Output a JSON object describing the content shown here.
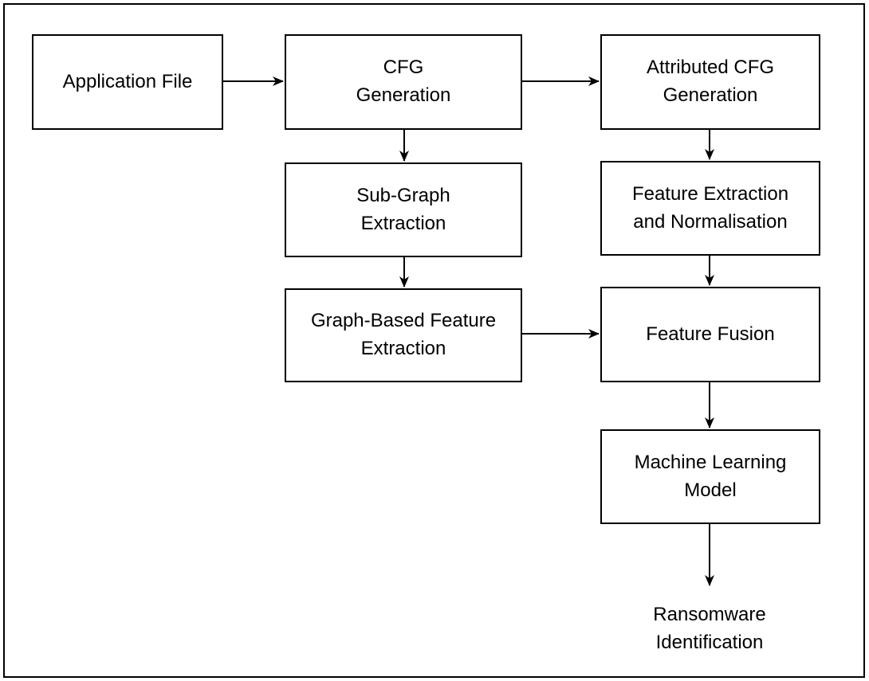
{
  "nodes": {
    "application_file": "Application File",
    "cfg_generation": "CFG\nGeneration",
    "attributed_cfg_generation": "Attributed CFG\nGeneration",
    "sub_graph_extraction": "Sub-Graph\nExtraction",
    "feature_extraction_normalisation": "Feature Extraction\nand Normalisation",
    "graph_based_feature_extraction": "Graph-Based Feature\nExtraction",
    "feature_fusion": "Feature Fusion",
    "machine_learning_model": "Machine Learning\nModel"
  },
  "output_label": "Ransomware\nIdentification"
}
